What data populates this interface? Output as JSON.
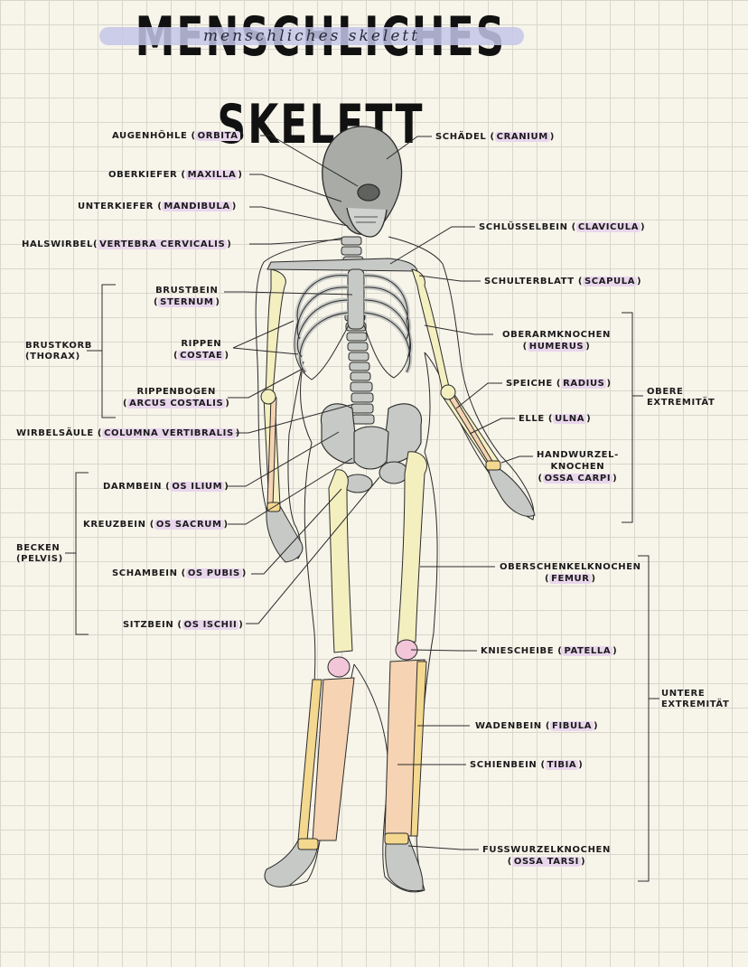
{
  "title": "MENSCHLICHES SKELETT",
  "subtitle": "menschliches skelett",
  "colors": {
    "skull": "#a8aba6",
    "bone_grey": "#c6c9c5",
    "bone_yellow": "#f4efbf",
    "bone_orange": "#f5d3b3",
    "bone_pink": "#f2c6d8",
    "highlight": "#e9d6ec",
    "title_highlight": "#c4c6e8"
  },
  "labels": {
    "orbita": {
      "name": "AUGENHÖHLE",
      "latin": "ORBITA"
    },
    "maxilla": {
      "name": "OBERKIEFER",
      "latin": "MAXILLA"
    },
    "mandibula": {
      "name": "UNTERKIEFER",
      "latin": "MANDIBULA"
    },
    "cervicalis": {
      "name": "HALSWIRBEL",
      "latin": "VERTEBRA CERVICALIS"
    },
    "sternum": {
      "name": "BRUSTBEIN",
      "latin": "STERNUM"
    },
    "costae": {
      "name": "RIPPEN",
      "latin": "COSTAE"
    },
    "arcus": {
      "name": "RIPPENBOGEN",
      "latin": "ARCUS COSTALIS"
    },
    "columna": {
      "name": "WIRBELSÄULE",
      "latin": "COLUMNA VERTIBRALIS"
    },
    "ilium": {
      "name": "DARMBEIN",
      "latin": "OS ILIUM"
    },
    "sacrum": {
      "name": "KREUZBEIN",
      "latin": "OS SACRUM"
    },
    "pubis": {
      "name": "SCHAMBEIN",
      "latin": "OS PUBIS"
    },
    "ischii": {
      "name": "SITZBEIN",
      "latin": "OS ISCHII"
    },
    "cranium": {
      "name": "SCHÄDEL",
      "latin": "CRANIUM"
    },
    "clavicula": {
      "name": "SCHLÜSSELBEIN",
      "latin": "CLAVICULA"
    },
    "scapula": {
      "name": "SCHULTERBLATT",
      "latin": "SCAPULA"
    },
    "humerus": {
      "name": "OBERARMKNOCHEN",
      "latin": "HUMERUS"
    },
    "radius": {
      "name": "SPEICHE",
      "latin": "RADIUS"
    },
    "ulna": {
      "name": "ELLE",
      "latin": "ULNA"
    },
    "carpi": {
      "name": "HANDWURZEL-",
      "name2": "KNOCHEN",
      "latin": "OSSA CARPI"
    },
    "femur": {
      "name": "OBERSCHENKELKNOCHEN",
      "latin": "FEMUR"
    },
    "patella": {
      "name": "KNIESCHEIBE",
      "latin": "PATELLA"
    },
    "fibula": {
      "name": "WADENBEIN",
      "latin": "FIBULA"
    },
    "tibia": {
      "name": "SCHIENBEIN",
      "latin": "TIBIA"
    },
    "tarsi": {
      "name": "FUSSWURZELKNOCHEN",
      "latin": "OSSA TARSI"
    }
  },
  "groups": {
    "thorax": {
      "line1": "BRUSTKORB",
      "line2": "(THORAX)"
    },
    "pelvis": {
      "line1": "BECKEN",
      "line2": "(PELVIS)"
    },
    "obere": {
      "line1": "OBERE",
      "line2": "EXTREMITÄT"
    },
    "untere": {
      "line1": "UNTERE",
      "line2": "EXTREMITÄT"
    }
  }
}
